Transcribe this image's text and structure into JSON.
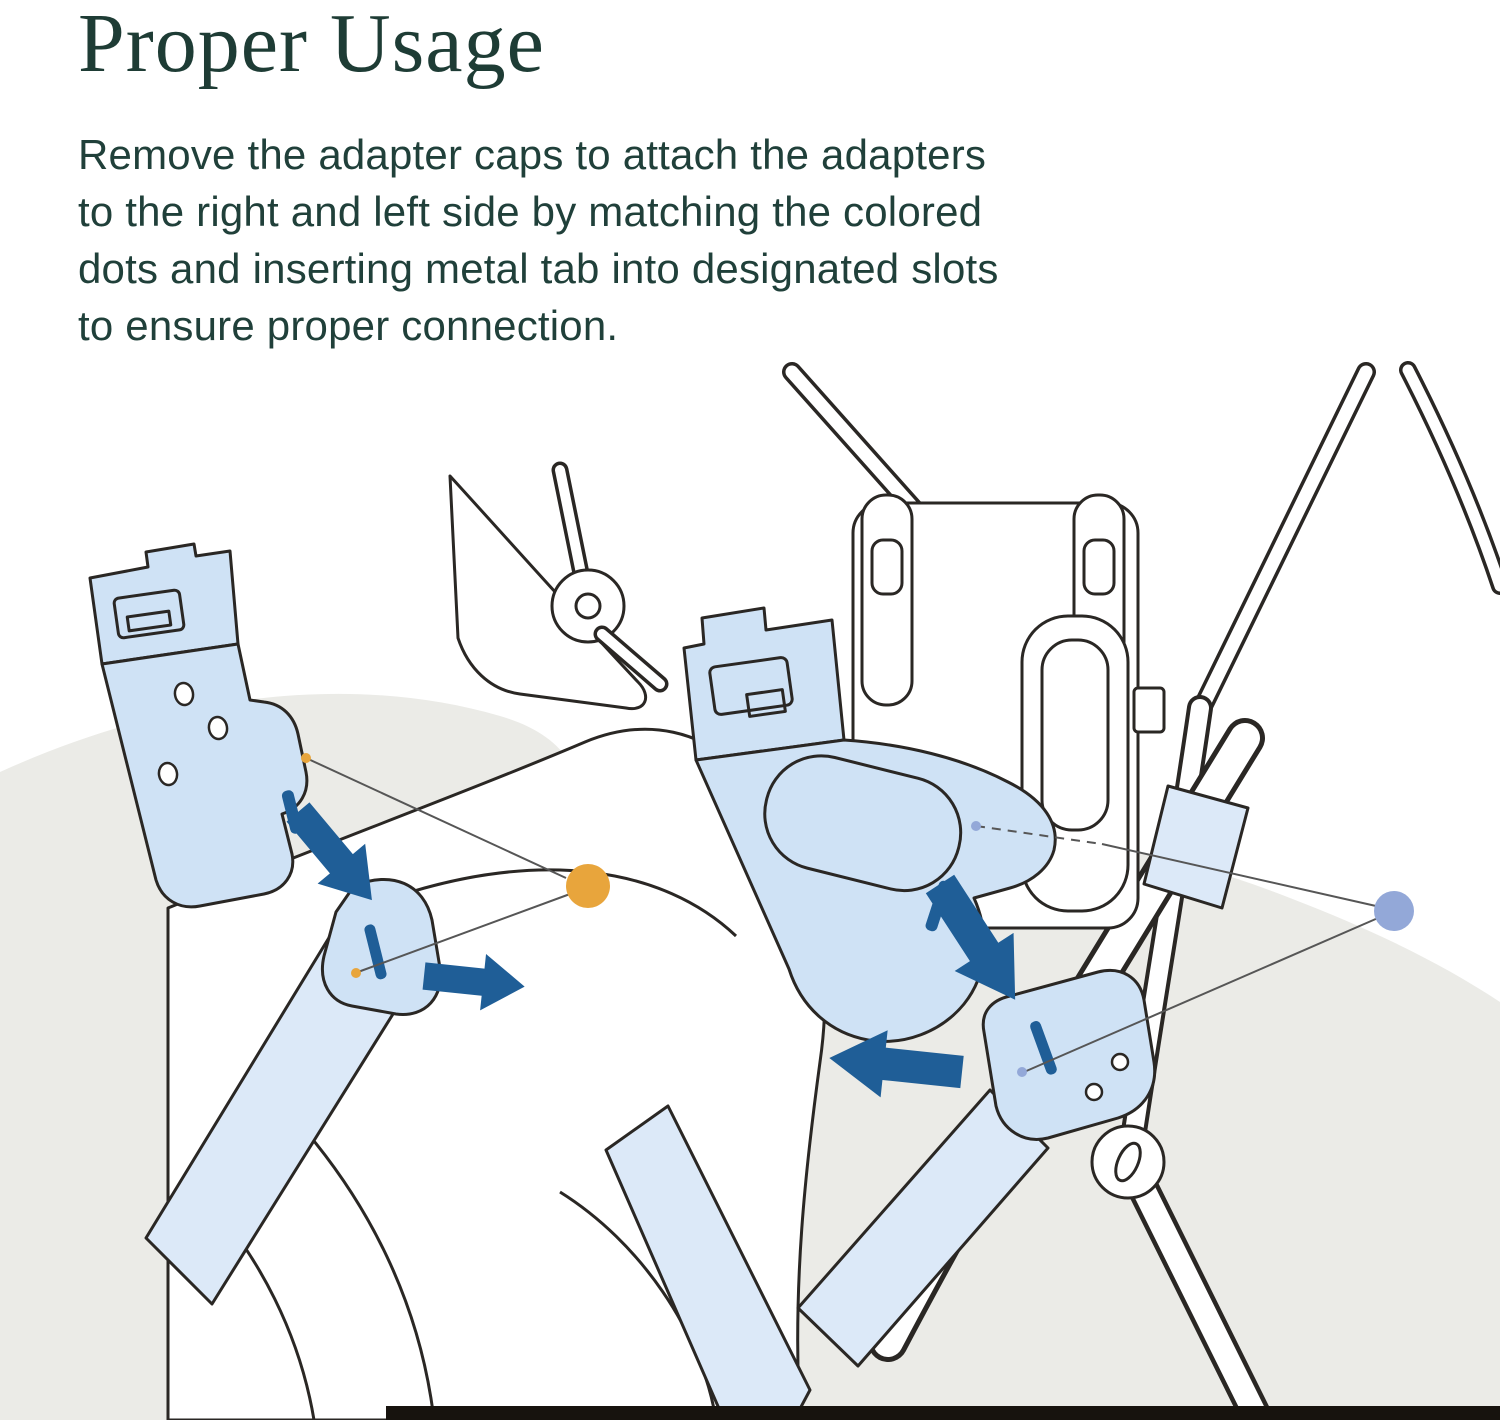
{
  "heading": {
    "title": "Proper Usage"
  },
  "body": {
    "lines": [
      "Remove the adapter caps to attach the adapters",
      "to the right and left side by matching the colored",
      "dots and inserting metal tab into designated slots",
      "to ensure proper connection."
    ]
  },
  "diagram": {
    "colors": {
      "background_shape": "#ebebe7",
      "line_art": "#2a2724",
      "adapter_fill": "#cfe2f5",
      "strap_fill": "#dce9f8",
      "arrow": "#1f5e97",
      "orange_dot": "#e8a53c",
      "blue_dot": "#93a8d8",
      "connector_line": "#565656",
      "bottom_bar": "#17130e"
    }
  }
}
